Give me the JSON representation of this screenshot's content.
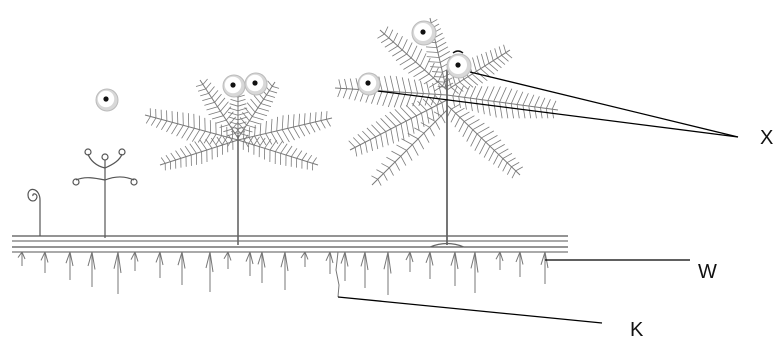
{
  "labels": {
    "x": "X",
    "w": "W",
    "k": "K"
  }
}
